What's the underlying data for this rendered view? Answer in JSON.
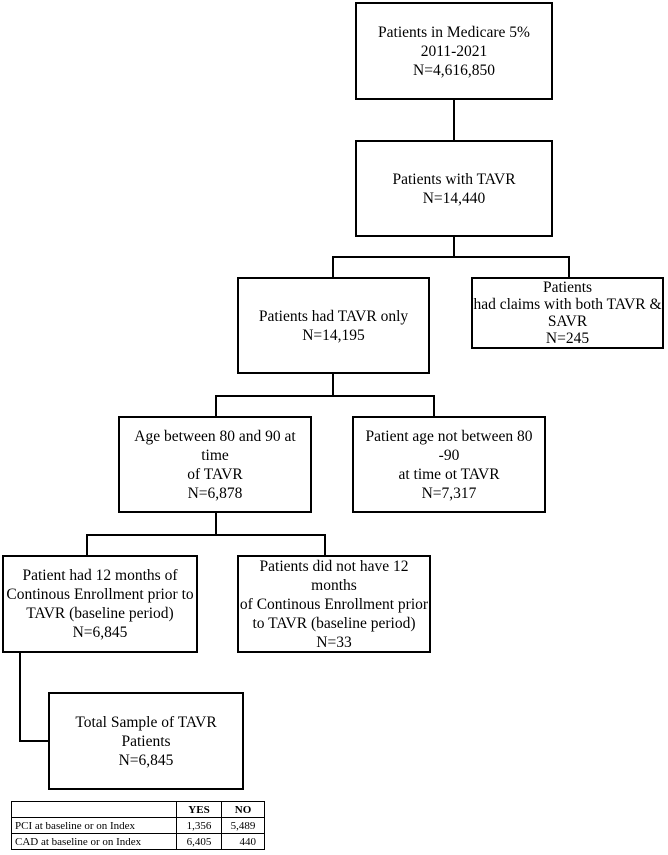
{
  "boxes": {
    "medicare": {
      "lines": [
        "Patients in Medicare 5%",
        "2011-2021",
        "N=4,616,850"
      ]
    },
    "tavr": {
      "lines": [
        "Patients with TAVR",
        "N=14,440"
      ]
    },
    "tavr_only": {
      "lines": [
        "Patients had TAVR only",
        "N=14,195"
      ]
    },
    "tavr_savr": {
      "lines": [
        "Patients",
        "had claims with both TAVR &",
        "SAVR",
        "N=245"
      ]
    },
    "age_80_90": {
      "lines": [
        "Age between 80 and 90 at time",
        "of TAVR",
        "N=6,878"
      ]
    },
    "age_not": {
      "lines": [
        "Patient age not between 80 -90",
        "at time ot TAVR",
        "N=7,317"
      ]
    },
    "enrolled": {
      "lines": [
        "Patient had 12 months of",
        "Continous Enrollment prior to",
        "TAVR (baseline period)",
        "N=6,845"
      ]
    },
    "not_enrolled": {
      "lines": [
        "Patients did not have 12 months",
        "of Continous Enrollment prior",
        "to TAVR (baseline period)",
        "N=33"
      ]
    },
    "total": {
      "lines": [
        "Total Sample of TAVR Patients",
        "N=6,845"
      ]
    }
  },
  "table": {
    "headers": [
      "",
      "YES",
      "NO"
    ],
    "rows": [
      {
        "label": "PCI at baseline or on Index",
        "yes": "1,356",
        "no": "5,489"
      },
      {
        "label": "CAD at baseline or on Index",
        "yes": "6,405",
        "no": "440"
      }
    ]
  }
}
